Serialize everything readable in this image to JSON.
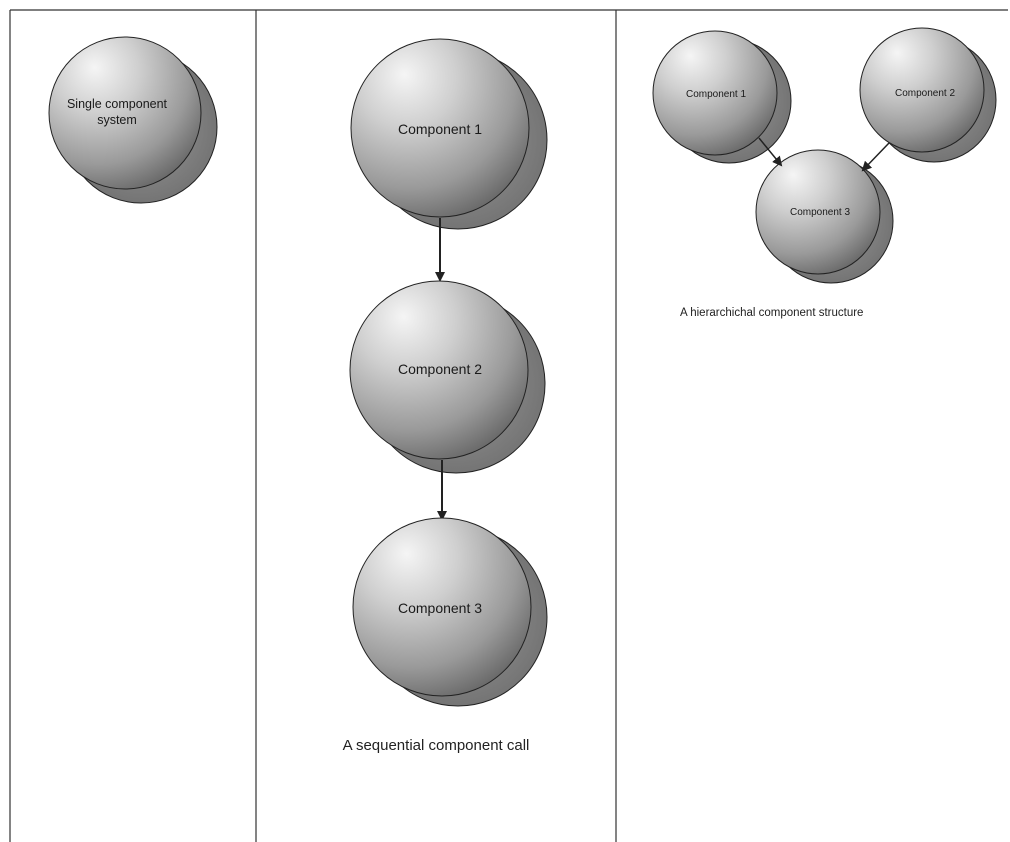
{
  "panels": {
    "single": {
      "component_label_line1": "Single component",
      "component_label_line2": "system"
    },
    "sequential": {
      "components": [
        "Component 1",
        "Component 2",
        "Component 3"
      ],
      "caption": "A sequential component call"
    },
    "hierarchical": {
      "components": [
        "Component 1",
        "Component 2",
        "Component 3"
      ],
      "caption": "A hierarchichal component structure"
    }
  },
  "colors": {
    "sphere_light": "#f4f4f4",
    "sphere_mid": "#a9a9a9",
    "sphere_dark": "#6e6e6e",
    "shadow": "#858585",
    "line": "#222222"
  }
}
